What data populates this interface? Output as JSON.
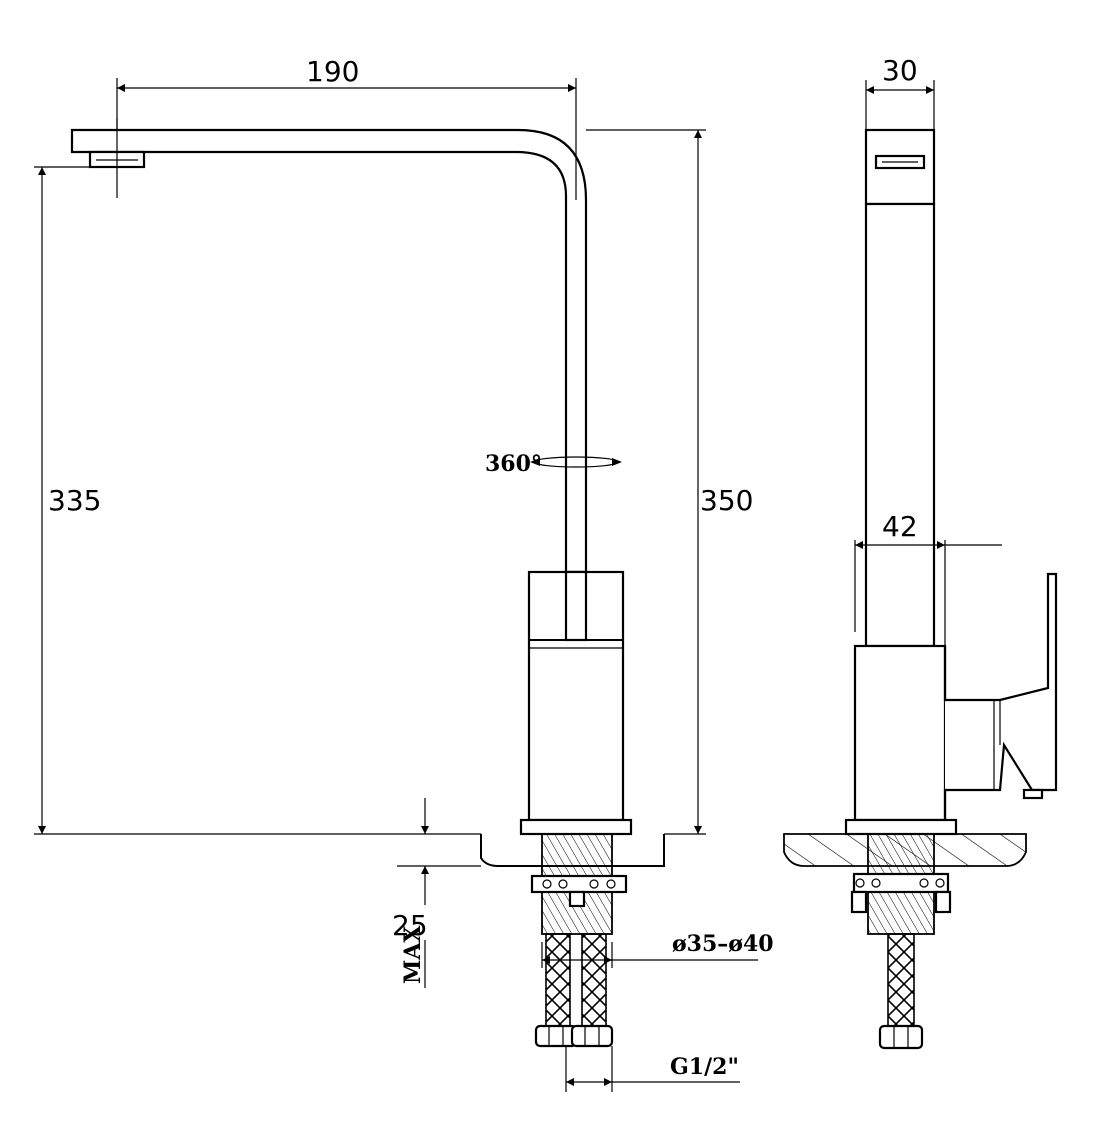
{
  "dimensions": {
    "spout_reach": "190",
    "spout_depth": "30",
    "spout_height": "335",
    "overall_height": "350",
    "body_width": "42",
    "max_deck_thickness": "25",
    "max_label": "MAX",
    "hole_diameter": "ø35–ø40",
    "connection": "G1/2\"",
    "rotation": "360°"
  },
  "colors": {
    "line": "#000000",
    "background": "#ffffff"
  }
}
